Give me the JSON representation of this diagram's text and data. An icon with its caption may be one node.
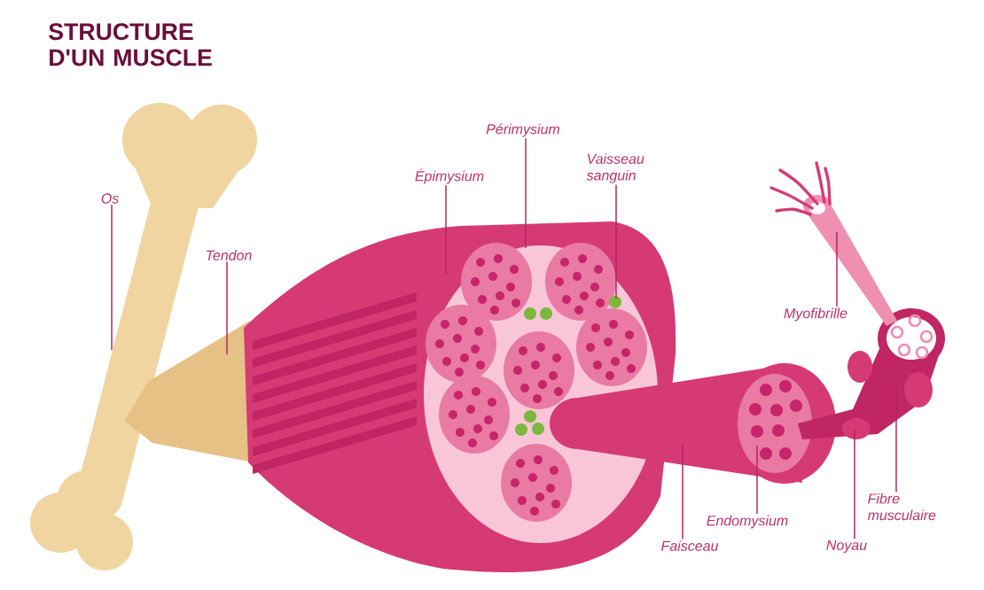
{
  "diagram": {
    "title": "STRUCTURE D'UN MUSCLE",
    "nodes": [
      {
        "text": [
          "Os"
        ]
      },
      {
        "text": [
          "Tendon"
        ]
      },
      {
        "text": [
          "Épimysium"
        ]
      },
      {
        "text": [
          "Périmysium"
        ]
      },
      {
        "text": [
          "Vaisseau sanguin"
        ]
      },
      {
        "text": [
          "Myofibrille"
        ]
      },
      {
        "text": [
          "Faisceau"
        ]
      },
      {
        "text": [
          "Endomysium"
        ]
      },
      {
        "text": [
          "Noyau"
        ]
      },
      {
        "text": [
          "Fibre musculaire"
        ]
      }
    ],
    "edges": [
      {
        "from": 0,
        "to": null,
        "arrow": "none"
      },
      {
        "from": 1,
        "to": null,
        "arrow": "none"
      },
      {
        "from": 2,
        "to": null,
        "arrow": "none"
      },
      {
        "from": 3,
        "to": null,
        "arrow": "none"
      },
      {
        "from": 4,
        "to": null,
        "arrow": "none"
      },
      {
        "from": 5,
        "to": null,
        "arrow": "none"
      },
      {
        "from": 6,
        "to": null,
        "arrow": "none"
      },
      {
        "from": 7,
        "to": null,
        "arrow": "none"
      },
      {
        "from": 8,
        "to": null,
        "arrow": "none"
      },
      {
        "from": 9,
        "to": null,
        "arrow": "none"
      }
    ]
  }
}
